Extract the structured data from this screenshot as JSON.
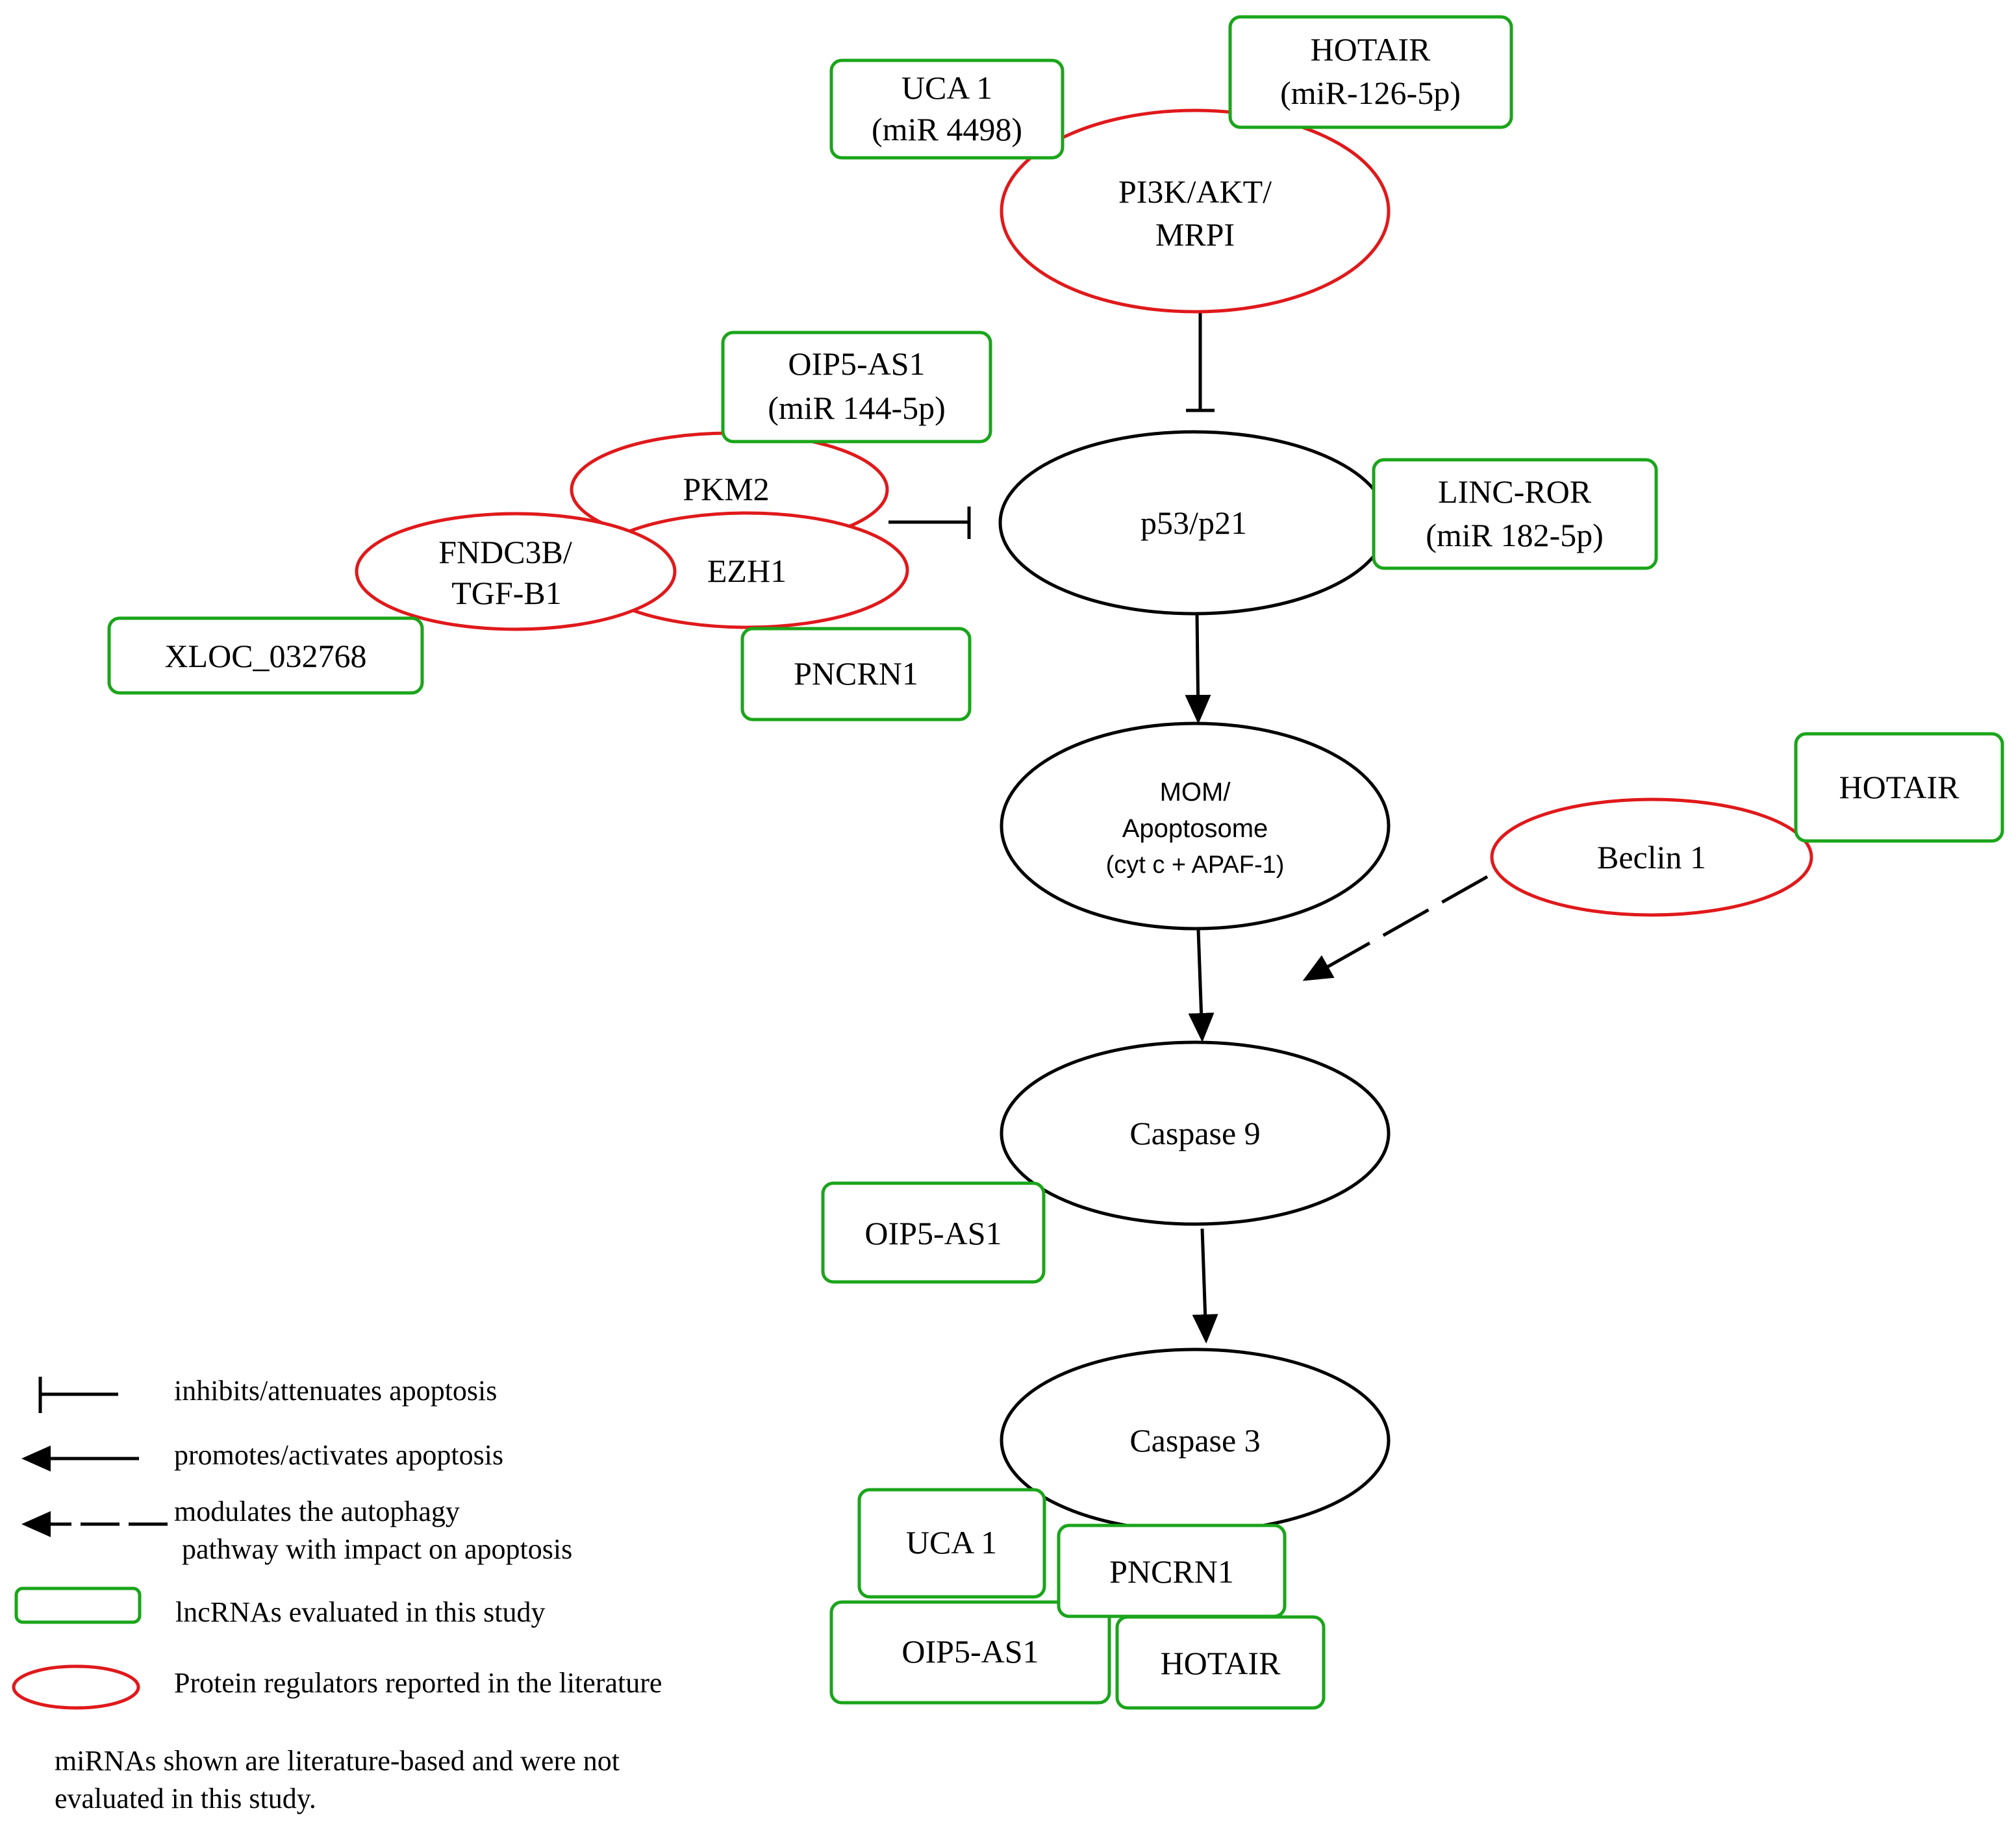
{
  "nodes": {
    "pi3k": {
      "line1": "PI3K/AKT/",
      "line2": "MRPI"
    },
    "p53": {
      "label": "p53/p21"
    },
    "mom": {
      "line1": "MOM/",
      "line2": "Apoptosome",
      "line3": "(cyt c + APAF-1)"
    },
    "caspase9": {
      "label": "Caspase 9"
    },
    "caspase3": {
      "label": "Caspase 3"
    },
    "pkm2": {
      "label": "PKM2"
    },
    "ezh1": {
      "label": "EZH1"
    },
    "fndc3b": {
      "line1": "FNDC3B/",
      "line2": "TGF-B1"
    },
    "beclin1": {
      "label": "Beclin 1"
    }
  },
  "lncrnas": {
    "uca1_top": {
      "line1": "UCA 1",
      "line2": "(miR 4498)"
    },
    "hotair_top": {
      "line1": "HOTAIR",
      "line2": "(miR-126-5p)"
    },
    "oip5_top": {
      "line1": "OIP5-AS1",
      "line2": "(miR 144-5p)"
    },
    "linc_ror": {
      "line1": "LINC-ROR",
      "line2": "(miR 182-5p)"
    },
    "xloc": {
      "label": "XLOC_032768"
    },
    "pncrn1_mid": {
      "label": "PNCRN1"
    },
    "hotair_beclin": {
      "label": "HOTAIR"
    },
    "oip5_casp9": {
      "label": "OIP5-AS1"
    },
    "uca1_bottom": {
      "label": "UCA 1"
    },
    "pncrn1_bottom": {
      "label": "PNCRN1"
    },
    "oip5_bottom": {
      "label": "OIP5-AS1"
    },
    "hotair_bottom": {
      "label": "HOTAIR"
    }
  },
  "legend": {
    "inhibits": "inhibits/attenuates apoptosis",
    "promotes": "promotes/activates apoptosis",
    "modulates_line1": "modulates the autophagy",
    "modulates_line2": "pathway with impact on apoptosis",
    "lncrna": "lncRNAs evaluated in this study",
    "protein": "Protein regulators reported in the literature",
    "colors": {
      "lncrna": "#1aa51a",
      "protein": "#e0191b"
    }
  },
  "footnote": {
    "line1": "miRNAs shown are literature-based and were not",
    "line2": "evaluated in this study."
  }
}
